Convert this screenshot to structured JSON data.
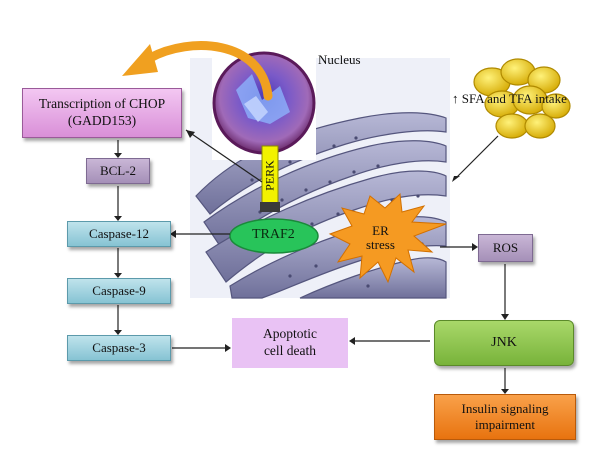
{
  "labels": {
    "nucleus": "Nucleus",
    "sfa_tfa": "↑ SFA and TFA intake",
    "perk": "PERK",
    "traf2": "TRAF2",
    "er_stress_line1": "ER",
    "er_stress_line2": "stress"
  },
  "boxes": {
    "chop_line1": "Transcription of CHOP",
    "chop_line2": "(GADD153)",
    "bcl2": "BCL-2",
    "caspase12": "Caspase-12",
    "caspase9": "Caspase-9",
    "caspase3": "Caspase-3",
    "apoptotic_line1": "Apoptotic",
    "apoptotic_line2": "cell death",
    "ros": "ROS",
    "jnk": "JNK",
    "insulin_line1": "Insulin signaling",
    "insulin_line2": "impairment"
  },
  "colors": {
    "chop": "#d98fd8",
    "bcl2": "#a590b8",
    "caspase": "#86c3d3",
    "apoptotic": "#e9c2f4",
    "ros": "#a590b8",
    "jnk": "#78b33a",
    "insulin": "#e8730f",
    "perk": "#f2f200",
    "traf2": "#28c45a",
    "er_stress": "#f59a22",
    "curved_arrow": "#f0a020",
    "fat_droplets": "#e8c020",
    "er_membrane": "#7e7ea8"
  }
}
